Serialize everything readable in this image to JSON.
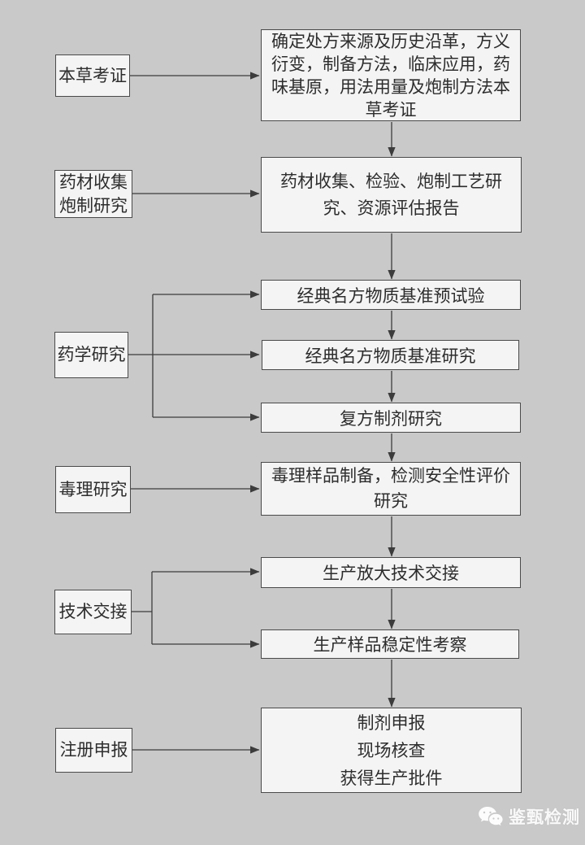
{
  "colors": {
    "background": "#c9c9c9",
    "box_fill": "#f4f4f4",
    "box_border": "#4a4a4a",
    "text": "#2d2d2d",
    "arrow": "#3c3c3c",
    "watermark": "#ffffff"
  },
  "flowchart": {
    "left_stages": [
      {
        "id": "herbal-textual-research",
        "label": "本草考证"
      },
      {
        "id": "material-collection-processing",
        "label": "药材收集\n炮制研究"
      },
      {
        "id": "pharmaceutical-research",
        "label": "药学研究"
      },
      {
        "id": "toxicology-research",
        "label": "毒理研究"
      },
      {
        "id": "technology-transfer",
        "label": "技术交接"
      },
      {
        "id": "registration-application",
        "label": "注册申报"
      }
    ],
    "process_steps": [
      {
        "id": "step-1",
        "label": "确定处方来源及历史沿革，方义\n衍变，制备方法，临床应用，药\n味基原，用法用量及炮制方法本\n草考证"
      },
      {
        "id": "step-2",
        "label": "药材收集、检验、炮制工艺研\n究、资源评估报告"
      },
      {
        "id": "step-3",
        "label": "经典名方物质基准预试验"
      },
      {
        "id": "step-4",
        "label": "经典名方物质基准研究"
      },
      {
        "id": "step-5",
        "label": "复方制剂研究"
      },
      {
        "id": "step-6",
        "label": "毒理样品制备，检测安全性评价\n研究"
      },
      {
        "id": "step-7",
        "label": "生产放大技术交接"
      },
      {
        "id": "step-8",
        "label": "生产样品稳定性考察"
      },
      {
        "id": "step-9",
        "label": "制剂申报\n现场核查\n获得生产批件"
      }
    ],
    "watermark": {
      "brand": "鉴甄检测",
      "icon": "wechat-chat-bubbles-icon"
    }
  }
}
